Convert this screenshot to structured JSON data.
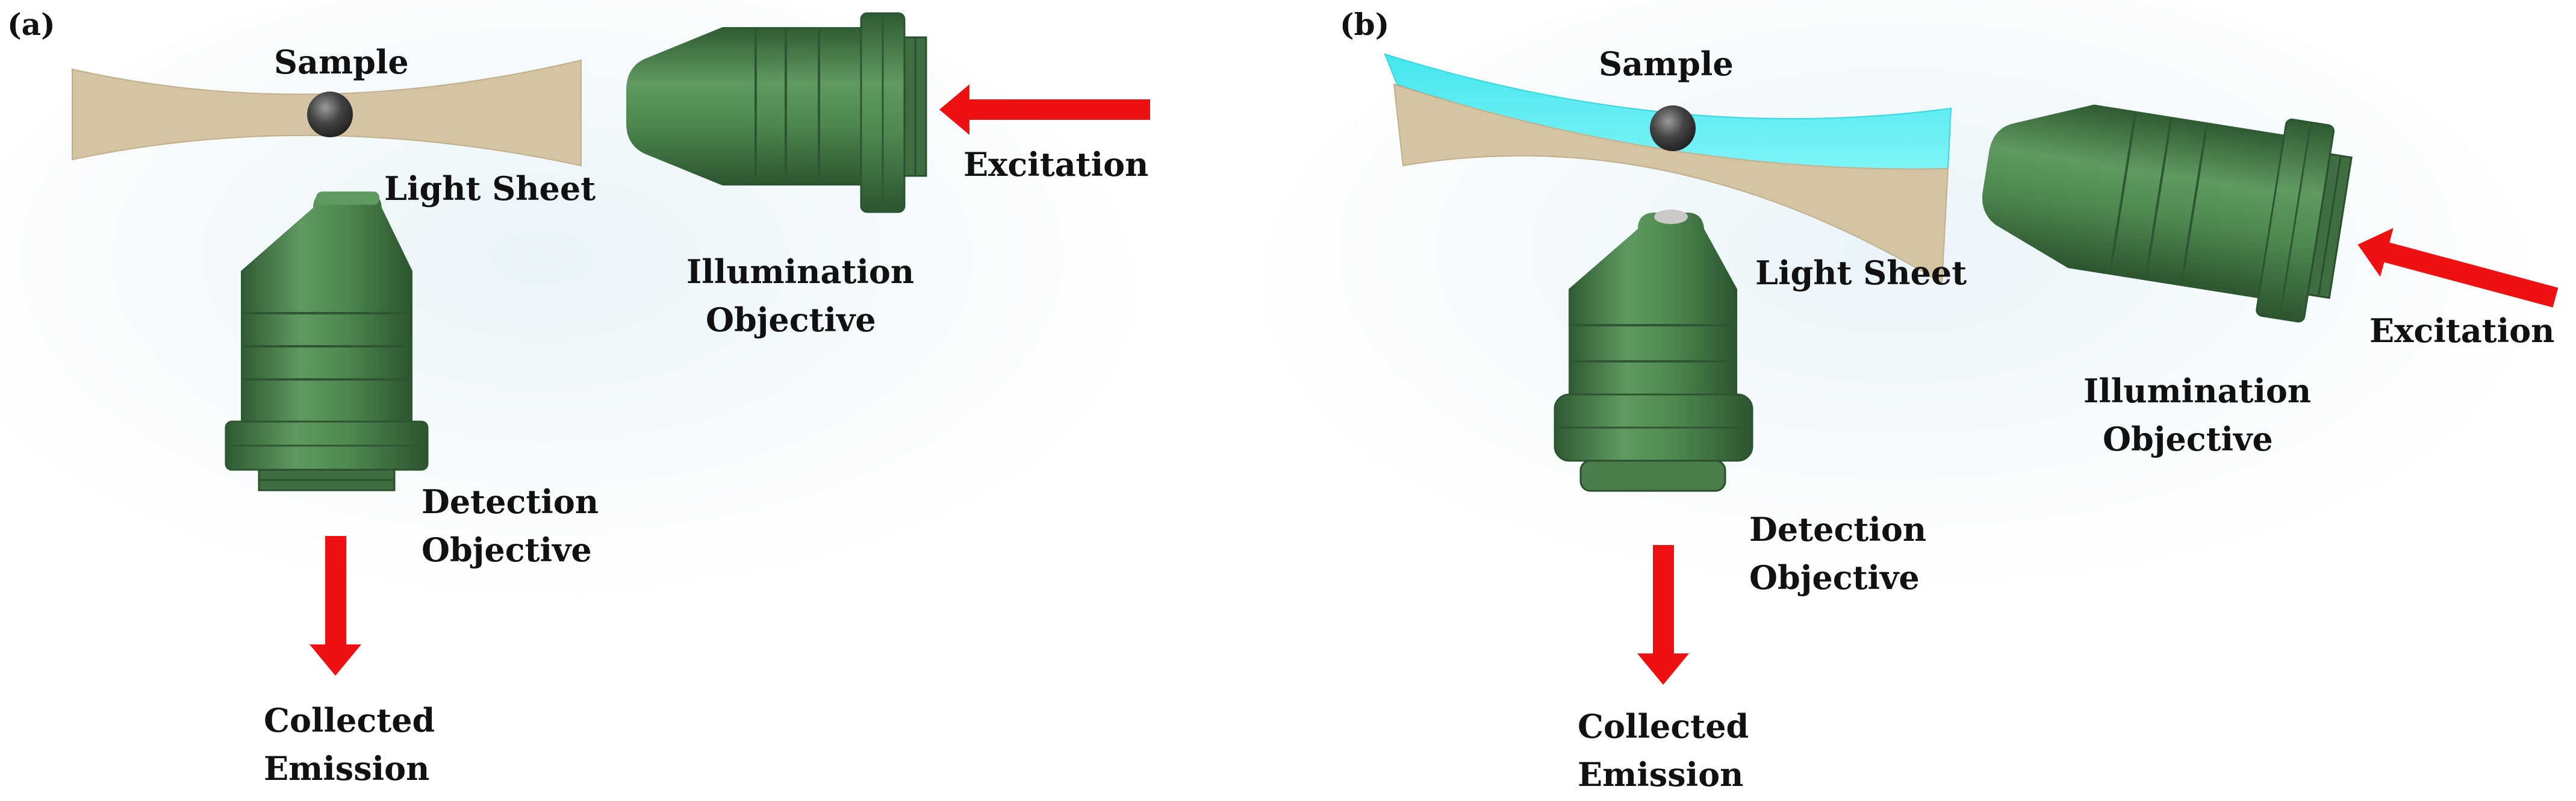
{
  "panels": [
    {
      "label": "(a)",
      "sample": "Sample",
      "light_sheet": "Light Sheet",
      "excitation": "Excitation",
      "illumination_objective": [
        "Illumination",
        "Objective"
      ],
      "detection_objective": [
        "Detection",
        "Objective"
      ],
      "collected_emission": [
        "Collected",
        "Emission"
      ]
    },
    {
      "label": "(b)",
      "sample": "Sample",
      "light_sheet": "Light Sheet",
      "excitation": "Excitation",
      "illumination_objective": [
        "Illumination",
        "Objective"
      ],
      "detection_objective": [
        "Detection",
        "Objective"
      ],
      "collected_emission": [
        "Collected",
        "Emission"
      ]
    }
  ],
  "colors": {
    "objective_body": "#4e8a50",
    "objective_shade": "#3a6b3d",
    "light_sheet": "#d5c4a1",
    "sample": "#3c3c3c",
    "sample_holder": "#55ecf2",
    "arrow": "#ee1111",
    "background_glow": "#eef7fb"
  }
}
